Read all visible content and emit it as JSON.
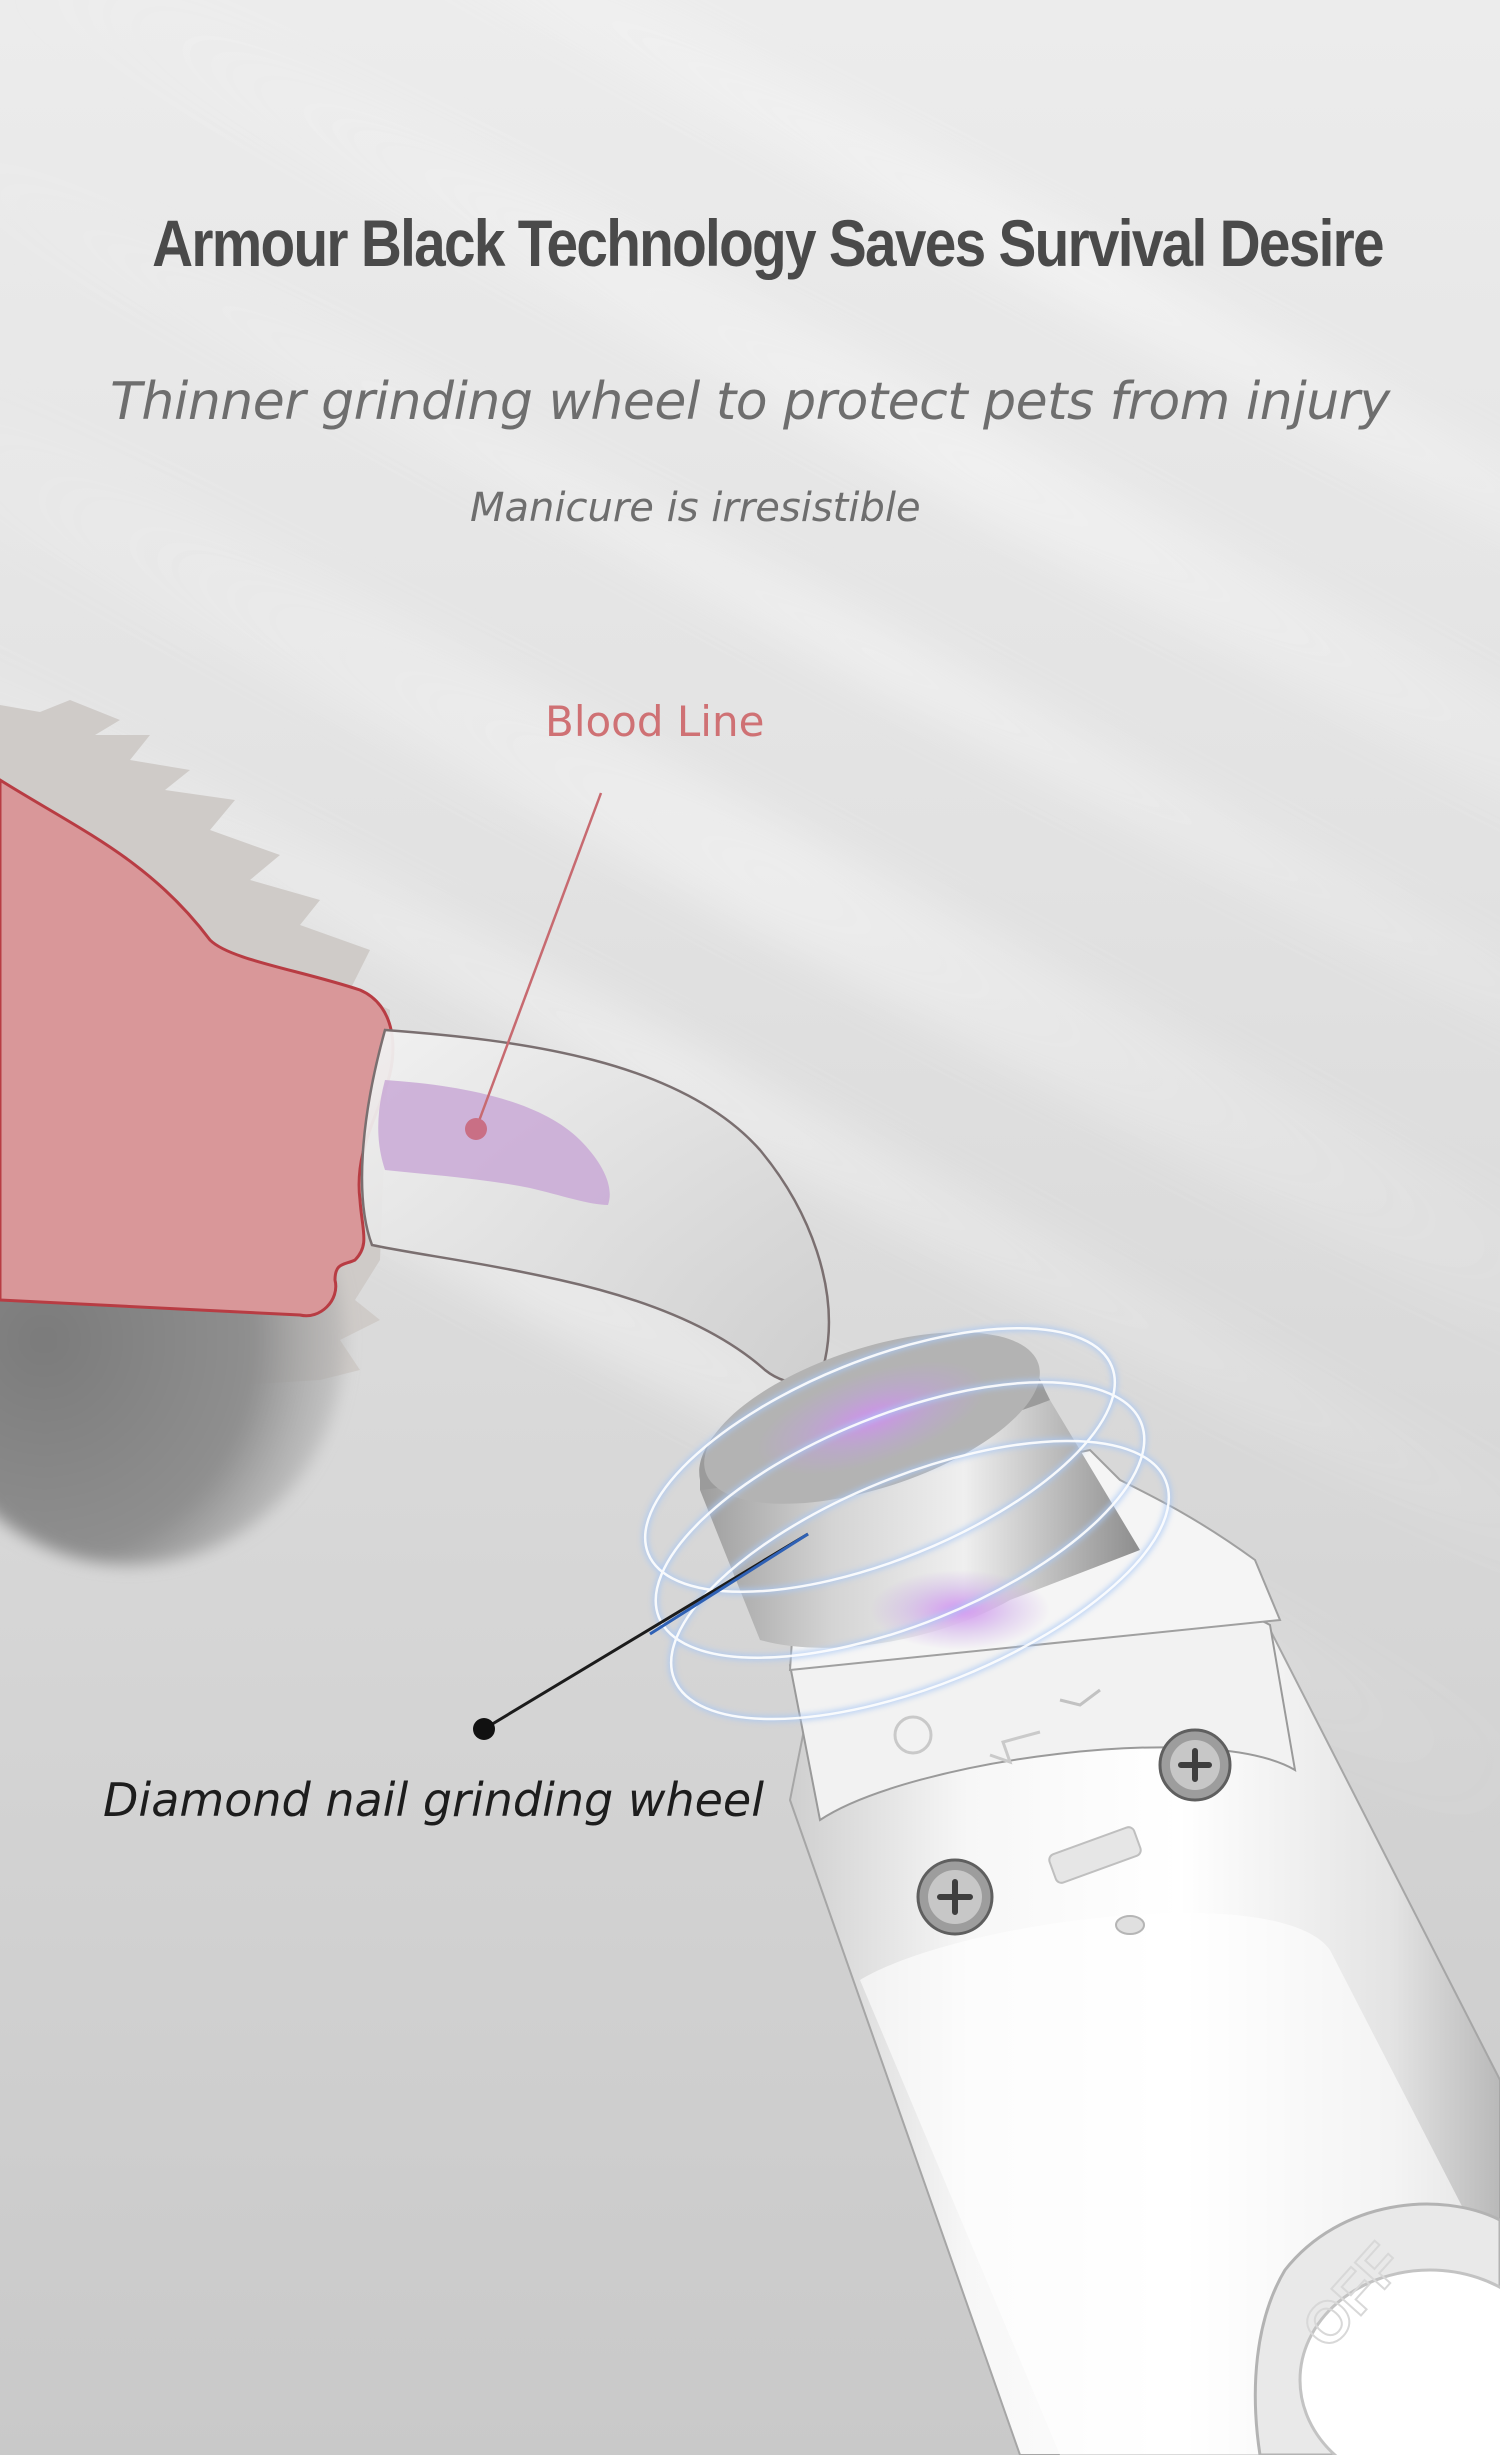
{
  "heading": {
    "title": "Armour Black Technology Saves Survival Desire",
    "subtitle": "Thinner grinding wheel to protect pets from injury",
    "tagline": "Manicure is irresistible"
  },
  "callouts": {
    "blood_line": "Blood Line",
    "grinding_wheel": "Diamond nail grinding wheel"
  },
  "device": {
    "switch_text": "OFF"
  },
  "colors": {
    "title": "#4a4a4a",
    "subtitle": "#6e6e6e",
    "blood_line": "#cf7174",
    "paw": "#d99799",
    "glow": "#a9c8f5",
    "quick": "#c9a9d6"
  }
}
